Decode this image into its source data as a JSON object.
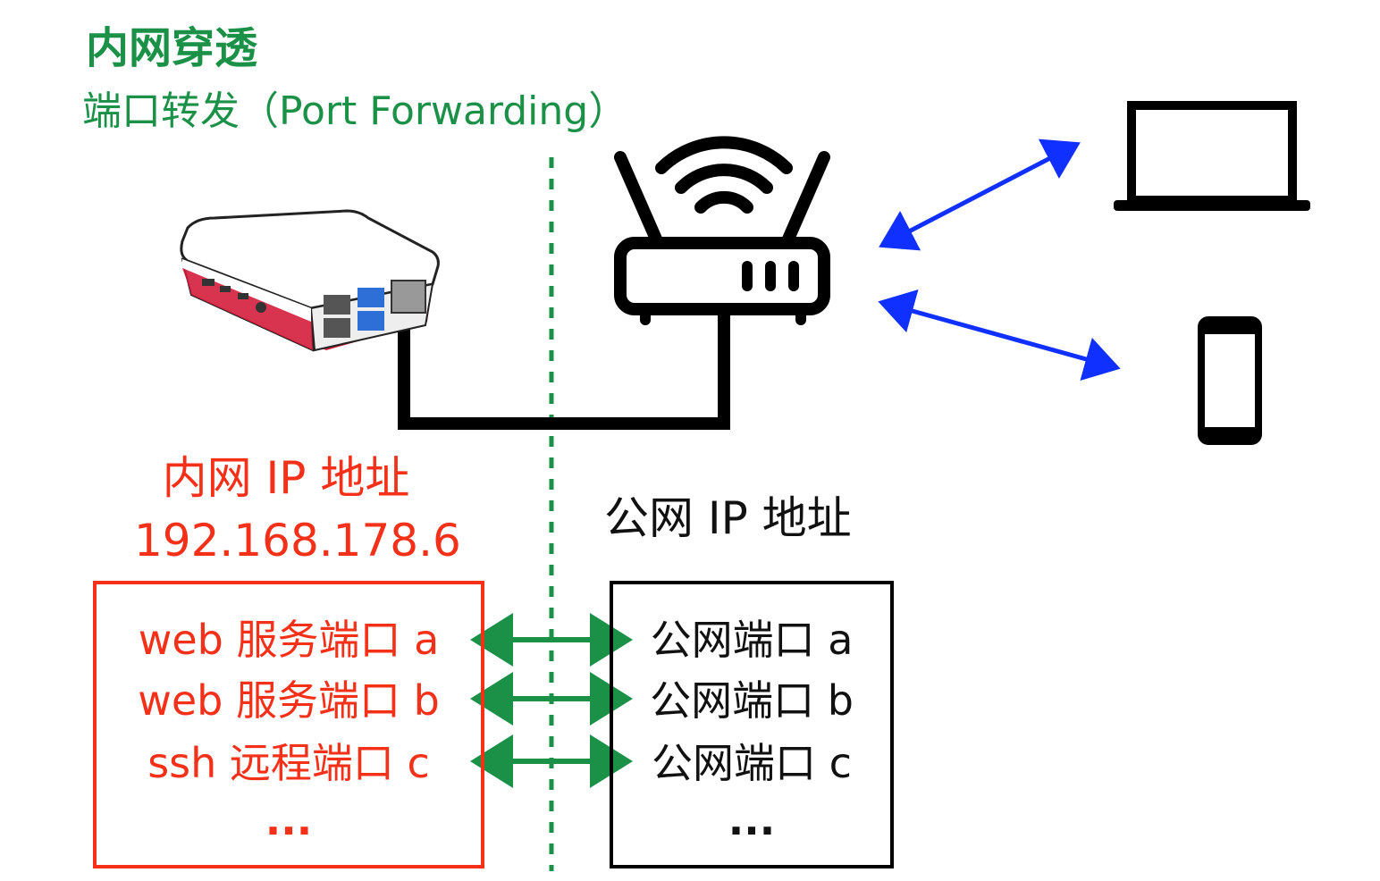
{
  "title": "内网穿透",
  "subtitle": "端口转发（Port Forwarding）",
  "private_network": {
    "label": "内网 IP 地址",
    "ip": "192.168.178.6",
    "ports": [
      "web 服务端口 a",
      "web 服务端口 b",
      "ssh 远程端口 c"
    ],
    "more": "..."
  },
  "public_network": {
    "label": "公网 IP 地址",
    "ports": [
      "公网端口 a",
      "公网端口 b",
      "公网端口 c"
    ],
    "more": "..."
  },
  "colors": {
    "title_green": "#1a9147",
    "private_red": "#f43019",
    "arrow_green": "#1a9147",
    "arrow_blue": "#1030ff",
    "divider_green": "#1a9147"
  },
  "icons": [
    "raspberry-pi-device",
    "wifi-router-icon",
    "laptop-icon",
    "smartphone-icon"
  ]
}
